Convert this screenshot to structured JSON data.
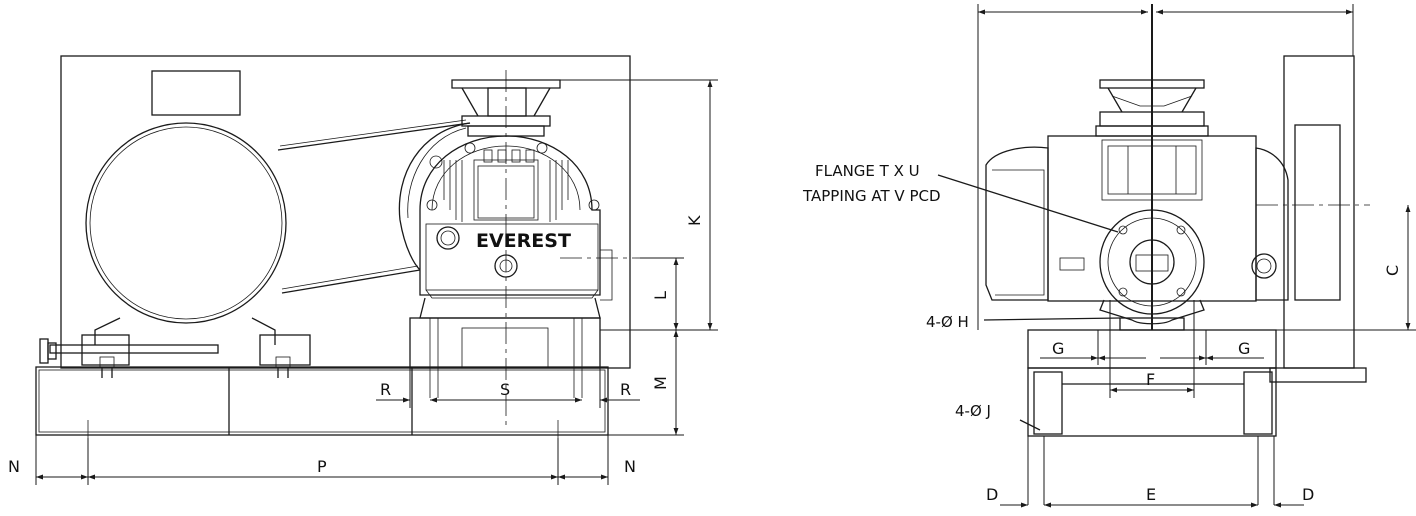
{
  "drawing": {
    "brand": "EVEREST",
    "front_view": {
      "labels": {
        "k": "K",
        "l": "L",
        "m": "M",
        "n_left": "N",
        "n_right": "N",
        "p": "P",
        "r_left": "R",
        "r_right": "R",
        "s": "S"
      }
    },
    "side_view": {
      "labels": {
        "c": "C",
        "d_left": "D",
        "d_right": "D",
        "e": "E",
        "f": "F",
        "g_left": "G",
        "g_right": "G",
        "h": "4-Ø H",
        "j": "4-Ø J",
        "flange": "FLANGE T X U",
        "tapping": "TAPPING AT V PCD"
      }
    }
  }
}
